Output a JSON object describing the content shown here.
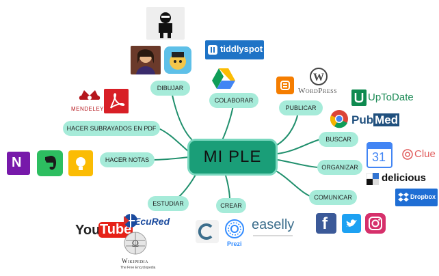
{
  "center": {
    "label": "MI PLE"
  },
  "branches": {
    "dibujar": "DIBUJAR",
    "colaborar": "COLABORAR",
    "publicar": "PUBLICAR",
    "hacer_subrayados": "HACER SUBRAYADOS EN PDF",
    "buscar": "BUSCAR",
    "hacer_notas": "HACER NOTAS",
    "organizar": "ORGANIZAR",
    "comunicar": "COMUNICAR",
    "estudiar": "ESTUDIAR",
    "crear": "CREAR"
  },
  "logos": {
    "tiddlyspot": "tiddlyspot",
    "wordpress": "WordPress",
    "uptodate": "UpToDate",
    "pubmed_pub": "Pub",
    "pubmed_med": "Med",
    "calendar_day": "31",
    "clue": "Clue",
    "delicious": "delicious",
    "dropbox": "Dropbox",
    "mendeley": "MENDELEY",
    "youtube_you": "You",
    "youtube_tube": "Tube",
    "ecured": "EcuRed",
    "wikipedia": "Wikipedia",
    "wikipedia_tagline": "The Free Encyclopedia",
    "prezi": "Prezi",
    "easelly": "easelly"
  },
  "colors": {
    "node_fill": "#a6ebd9",
    "center_fill": "#1a9e78",
    "link_stroke": "#1f8f6c"
  }
}
